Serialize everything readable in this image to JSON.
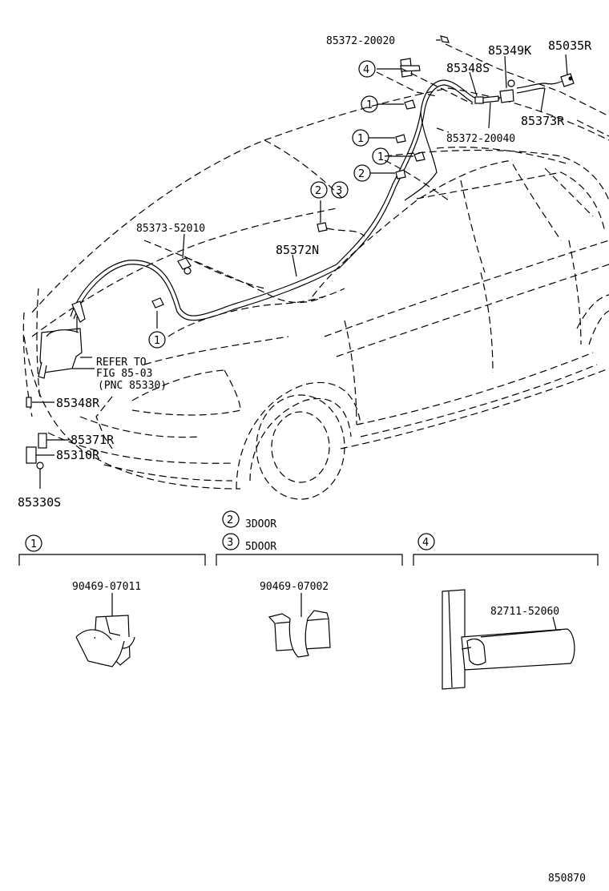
{
  "callouts": {
    "p85372_20020": "85372-20020",
    "p85348S": "85348S",
    "p85349K": "85349K",
    "p85035R": "85035R",
    "p85373R": "85373R",
    "p85372_20040": "85372-20040",
    "p85373_52010": "85373-52010",
    "p85372N": "85372N",
    "refer1": "REFER TO",
    "refer2": "FIG 85-03",
    "refer3": "(PNC 85330)",
    "p85348R": "85348R",
    "p85371R": "85371R",
    "p85310R": "85310R",
    "p85330S": "85330S"
  },
  "circled": {
    "one": "1",
    "two": "2",
    "three": "3",
    "four": "4"
  },
  "legend": {
    "door3": "3DOOR",
    "door5": "5DOOR"
  },
  "detail_parts": {
    "clip1": "90469-07011",
    "clip23": "90469-07002",
    "clamp4": "82711-52060"
  },
  "figure_number": "850870"
}
